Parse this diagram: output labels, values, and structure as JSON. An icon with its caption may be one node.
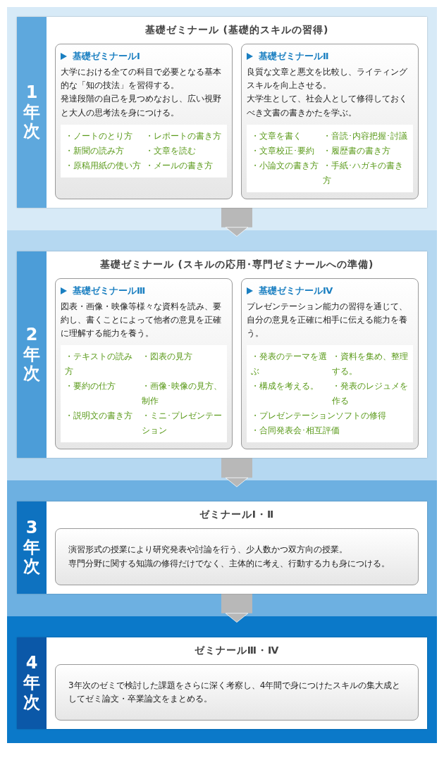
{
  "diagram": {
    "nodes": [
      {
        "text": [
          "1年次",
          "基礎ゼミナール (基礎的スキルの習得)"
        ]
      },
      {
        "text": [
          "基礎ゼミナールⅠ",
          "大学における全ての科目で必要となる基本的な「知の技法」を習得する。",
          "発達段階の自己を見つめなおし、広い視野と大人の思考法を身につける。"
        ],
        "in": 0
      },
      {
        "text": [
          "・ノートのとり方",
          "・レポートの書き方",
          "・新聞の読み方",
          "・文章を読む",
          "・原稿用紙の使い方",
          "・メールの書き方"
        ],
        "in": 1
      },
      {
        "text": [
          "基礎ゼミナールⅡ",
          "良質な文章と悪文を比較し、ライティングスキルを向上させる。",
          "大学生として、社会人として修得しておくべき文書の書きかたを学ぶ。"
        ],
        "in": 0
      },
      {
        "text": [
          "・文章を書く",
          "・音読･内容把握･討議",
          "・文章校正･要約",
          "・履歴書の書き方",
          "・小論文の書き方",
          "・手紙･ハガキの書き方"
        ],
        "in": 3
      },
      {
        "text": [
          "2年次",
          "基礎ゼミナール (スキルの応用･専門ゼミナールへの準備)"
        ]
      },
      {
        "text": [
          "基礎ゼミナールⅢ",
          "図表・画像・映像等様々な資料を読み、要約し、書くことによって他者の意見を正確に理解する能力を養う。"
        ],
        "in": 5
      },
      {
        "text": [
          "・テキストの読み方",
          "・図表の見方",
          "・要約の仕方",
          "・画像･映像の見方、制作",
          "・説明文の書き方",
          "・ミニ･プレゼンテーション"
        ],
        "in": 6
      },
      {
        "text": [
          "基礎ゼミナールⅣ",
          "プレゼンテーション能力の習得を通じて、自分の意見を正確に相手に伝える能力を養う。"
        ],
        "in": 5
      },
      {
        "text": [
          "・発表のテーマを選ぶ",
          "・資料を集め、整理する。",
          "・構成を考える。",
          "・発表のレジュメを作る",
          "・プレゼンテーションソフトの修得",
          "・合同発表会･相互評価"
        ],
        "in": 8
      },
      {
        "text": [
          "3年次",
          "ゼミナールⅠ・Ⅱ"
        ]
      },
      {
        "text": [
          "演習形式の授業により研究発表や討論を行う、少人数かつ双方向の授業。",
          "専門分野に関する知識の修得だけでなく、主体的に考え、行動する力も身につける。"
        ],
        "in": 10
      },
      {
        "text": [
          "4年次",
          "ゼミナールⅢ・Ⅳ"
        ]
      },
      {
        "text": [
          "3年次のゼミで検討した課題をさらに深く考察し、4年間で身につけたスキルの集大成としてゼミ論文・卒業論文をまとめる。"
        ],
        "in": 12
      }
    ],
    "edges": [
      {
        "from": 0,
        "to": 5,
        "arrow": "to"
      },
      {
        "from": 5,
        "to": 10,
        "arrow": "to"
      },
      {
        "from": 10,
        "to": 12,
        "arrow": "to"
      }
    ]
  }
}
